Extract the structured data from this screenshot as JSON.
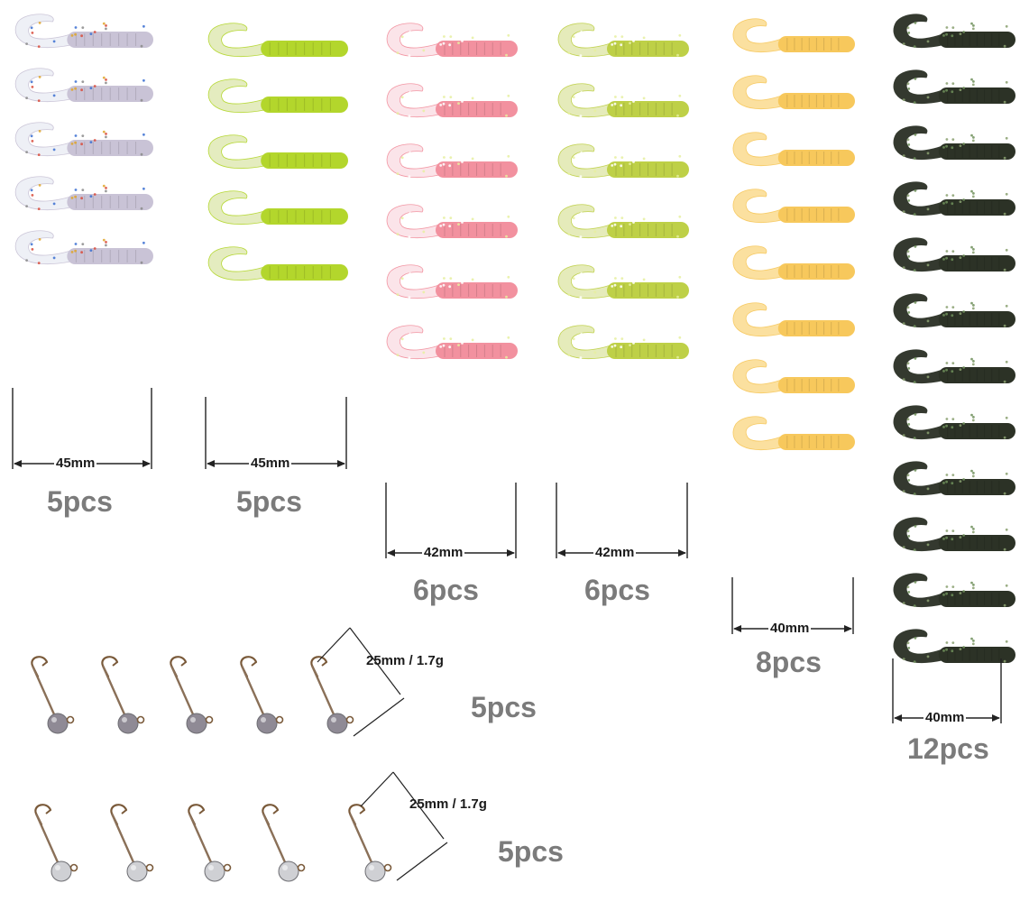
{
  "lure_groups": [
    {
      "id": "clear-glitter",
      "size": "45mm",
      "count": "5pcs",
      "quantity": 5,
      "body_color": "#c9c3d6",
      "tail_color": "#eef0f6",
      "speckle": true
    },
    {
      "id": "chartreuse",
      "size": "45mm",
      "count": "5pcs",
      "quantity": 5,
      "body_color": "#b3d62c",
      "tail_color": "#e3ecbc",
      "speckle": false
    },
    {
      "id": "pink",
      "size": "42mm",
      "count": "6pcs",
      "quantity": 6,
      "body_color": "#f2919f",
      "tail_color": "#fbe3e8",
      "speckle": true
    },
    {
      "id": "lime-glitter",
      "size": "42mm",
      "count": "6pcs",
      "quantity": 6,
      "body_color": "#bed047",
      "tail_color": "#e4eab7",
      "speckle": true
    },
    {
      "id": "yellow",
      "size": "40mm",
      "count": "8pcs",
      "quantity": 8,
      "body_color": "#f7c85c",
      "tail_color": "#fbdf9a",
      "speckle": false
    },
    {
      "id": "black",
      "size": "40mm",
      "count": "12pcs",
      "quantity": 12,
      "body_color": "#2c3226",
      "tail_color": "#2a2f24",
      "speckle": true
    }
  ],
  "hook_groups": [
    {
      "id": "painted-jig",
      "size": "25mm / 1.7g",
      "count": "5pcs",
      "quantity": 5,
      "head_color": "#8f8a95"
    },
    {
      "id": "silver-jig",
      "size": "25mm / 1.7g",
      "count": "5pcs",
      "quantity": 5,
      "head_color": "#cfd0d4"
    }
  ]
}
